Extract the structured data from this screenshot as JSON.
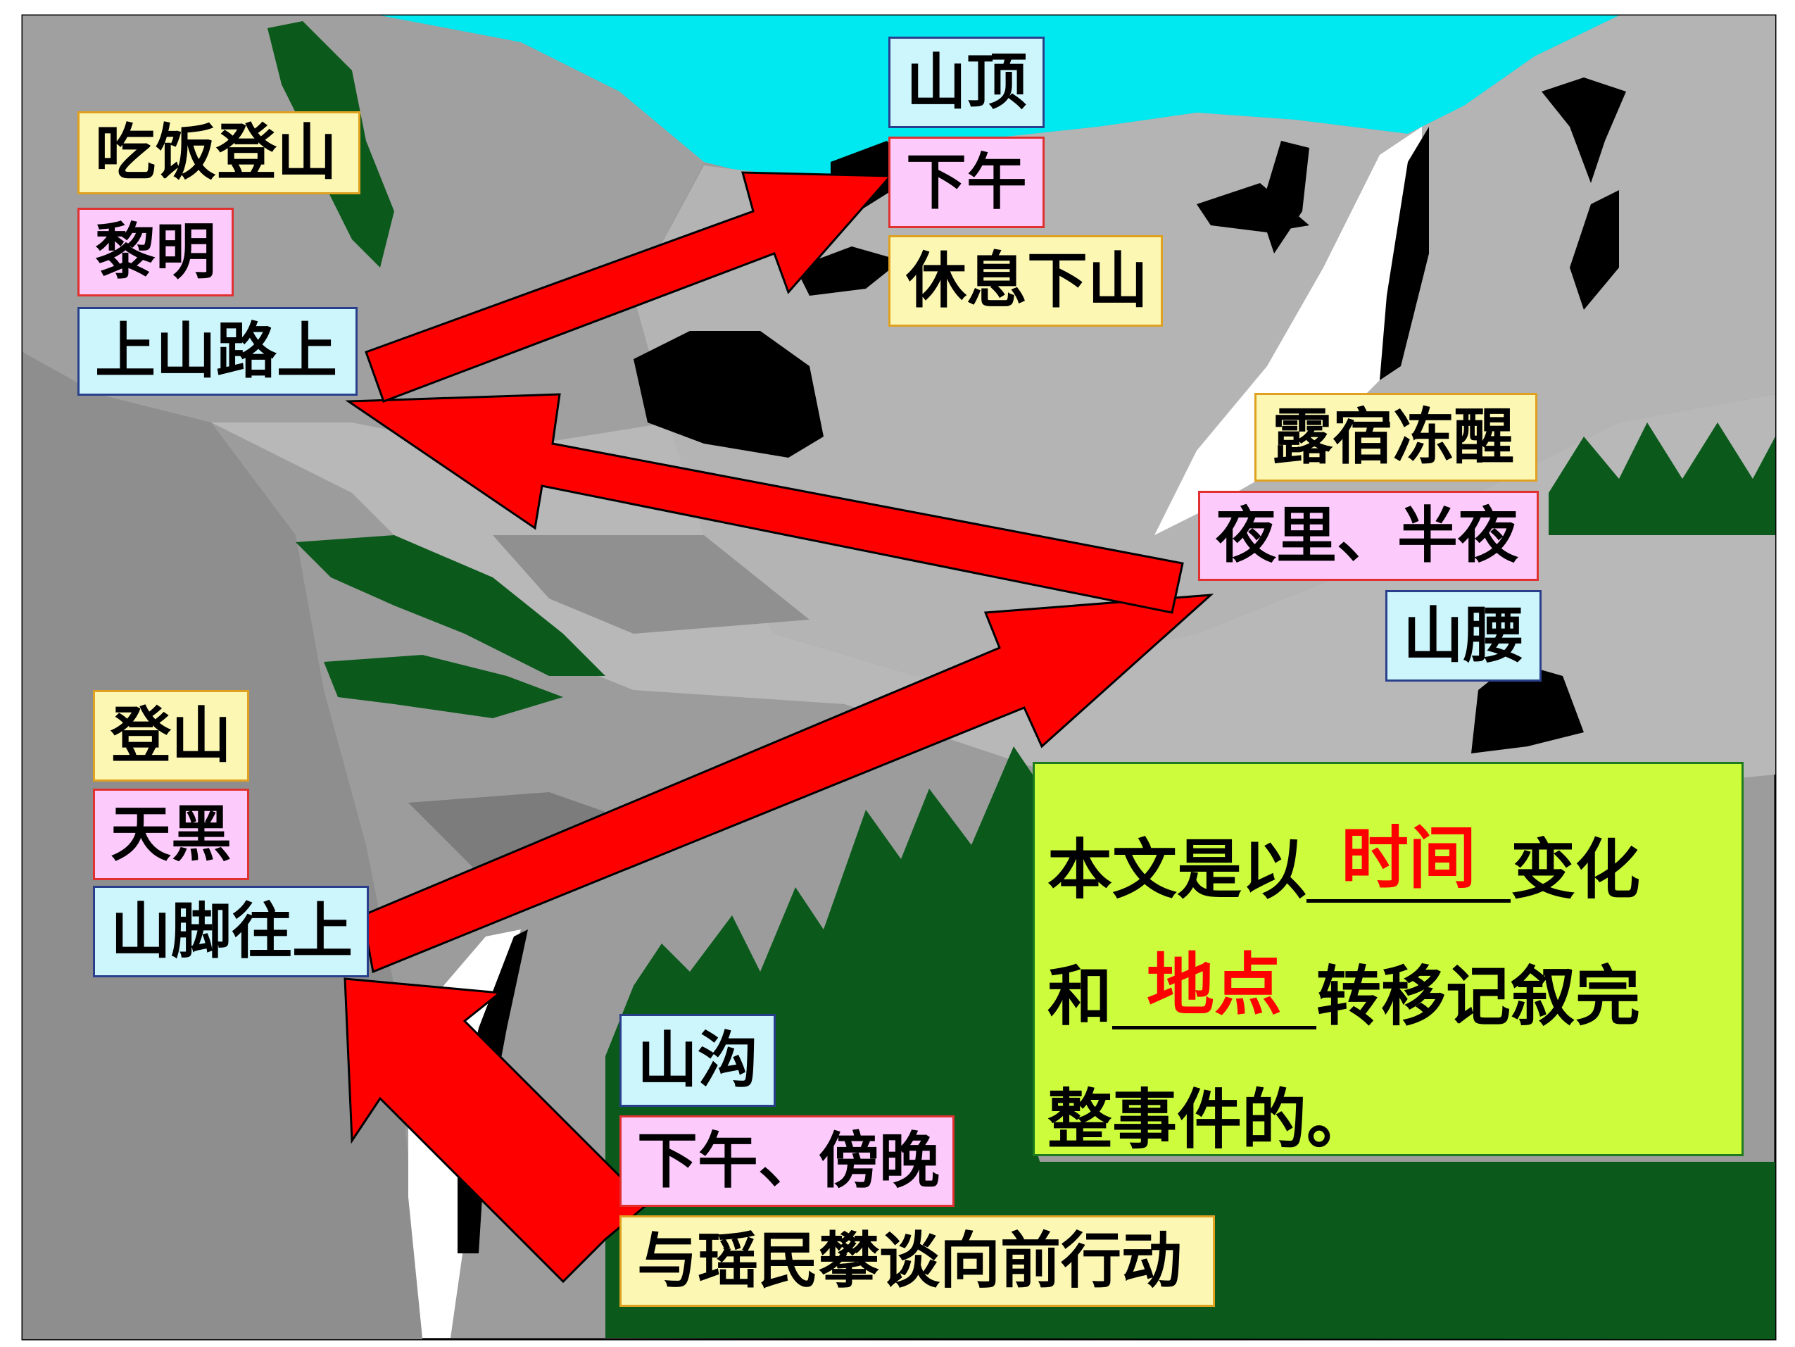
{
  "summit": {
    "place": "山顶",
    "time": "下午",
    "event": "休息下山"
  },
  "upper_path": {
    "event": "吃饭登山",
    "time": "黎明",
    "place": "上山路上"
  },
  "mid_slope": {
    "event": "露宿冻醒",
    "time": "夜里、半夜",
    "place": "山腰"
  },
  "mountain_foot": {
    "event": "登山",
    "time": "天黑",
    "place": "山脚往上"
  },
  "ravine": {
    "place": "山沟",
    "time": "下午、傍晚",
    "event": "与瑶民攀谈向前行动"
  },
  "summary": {
    "line1_prefix": "本文是以",
    "answer_time": "时间",
    "line1_suffix": "变化",
    "line2_prefix": "和",
    "answer_place": "地点",
    "line2_suffix": "转移记叙完",
    "line3": "整事件的。"
  },
  "colors": {
    "sky": "#00e8f0",
    "mountain": "#a8a8a8",
    "forest": "#0b5a1c",
    "arrow": "#ff0000",
    "time_box": "#fccbfc",
    "place_box": "#ccf6fc",
    "event_box": "#fcf8b4",
    "summary_box": "#ccfc3c",
    "answer_text": "#ff0000"
  }
}
